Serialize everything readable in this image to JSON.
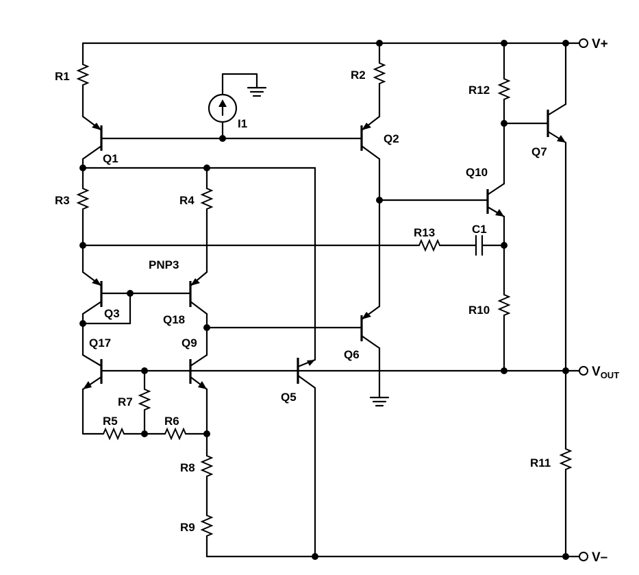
{
  "diagram": {
    "resistors": {
      "r1": "R1",
      "r2": "R2",
      "r3": "R3",
      "r4": "R4",
      "r5": "R5",
      "r6": "R6",
      "r7": "R7",
      "r8": "R8",
      "r9": "R9",
      "r10": "R10",
      "r11": "R11",
      "r12": "R12",
      "r13": "R13"
    },
    "transistors": {
      "q1": "Q1",
      "q2": "Q2",
      "q3": "Q3",
      "q5": "Q5",
      "q6": "Q6",
      "q7": "Q7",
      "q9": "Q9",
      "q10": "Q10",
      "q17": "Q17",
      "q18": "Q18"
    },
    "current_source": "I1",
    "capacitor": "C1",
    "pnp_label": "PNP3",
    "terminals": {
      "vplus": "V+",
      "vout_main": "V",
      "vout_sub": "OUT",
      "vminus": "V–"
    }
  }
}
